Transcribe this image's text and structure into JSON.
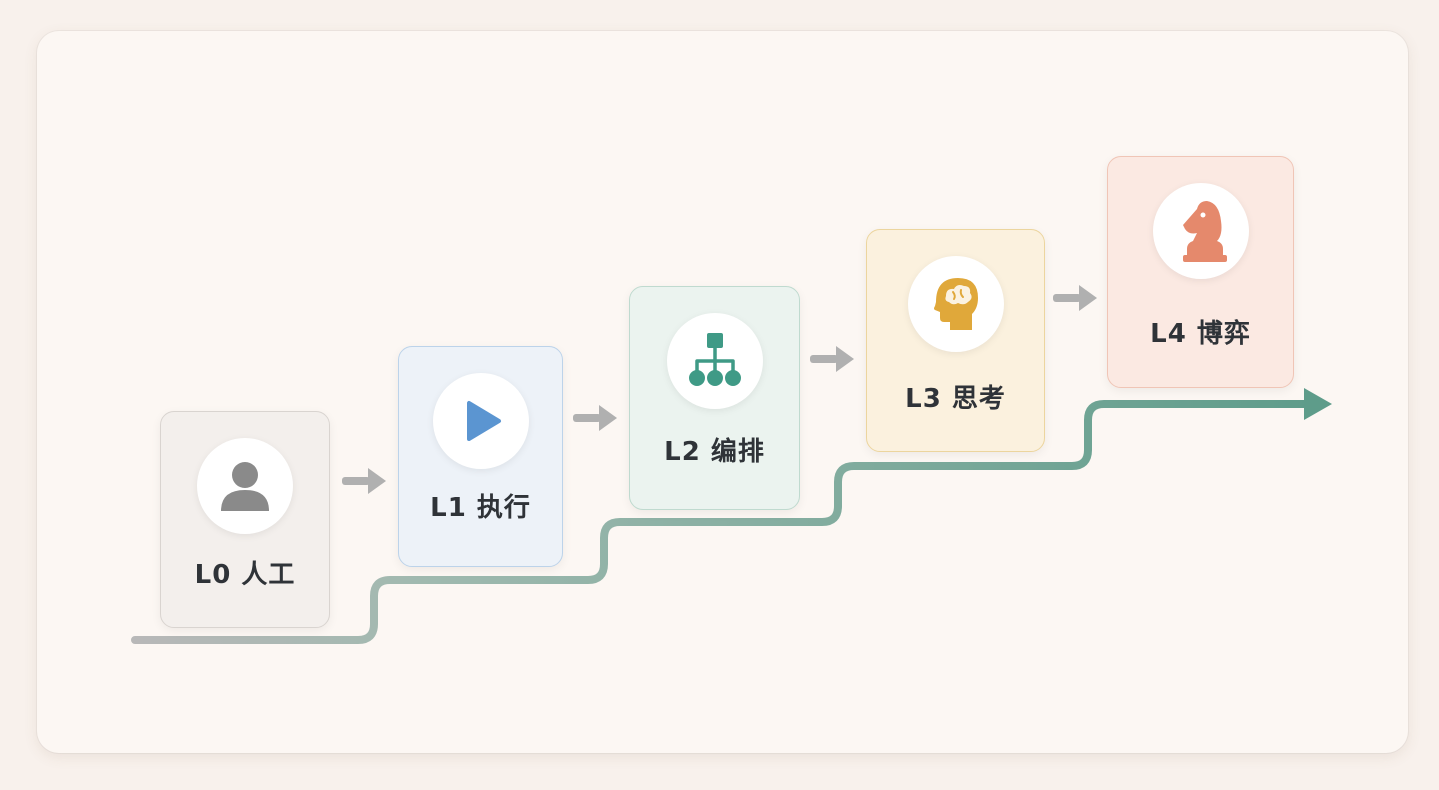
{
  "stages": [
    {
      "label": "L0 人工",
      "icon": "person-icon",
      "color": "#8a8a8a"
    },
    {
      "label": "L1 执行",
      "icon": "play-icon",
      "color": "#5b95d1"
    },
    {
      "label": "L2 编排",
      "icon": "hierarchy-icon",
      "color": "#3f9a86"
    },
    {
      "label": "L3 思考",
      "icon": "brain-head-icon",
      "color": "#e0a83a"
    },
    {
      "label": "L4 博弈",
      "icon": "chess-knight-icon",
      "color": "#e5896c"
    }
  ],
  "colors": {
    "track_start": "#b5b5b5",
    "track_end": "#5e9c8a",
    "step_arrow": "#b0b0b0"
  }
}
